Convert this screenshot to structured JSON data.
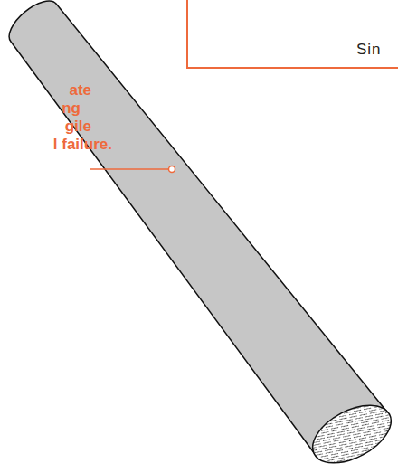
{
  "diagram": {
    "nodes": [
      {
        "text": [
          "Sin"
        ]
      }
    ],
    "labels": [
      "ate",
      "ng",
      "gile",
      "l failure."
    ]
  }
}
